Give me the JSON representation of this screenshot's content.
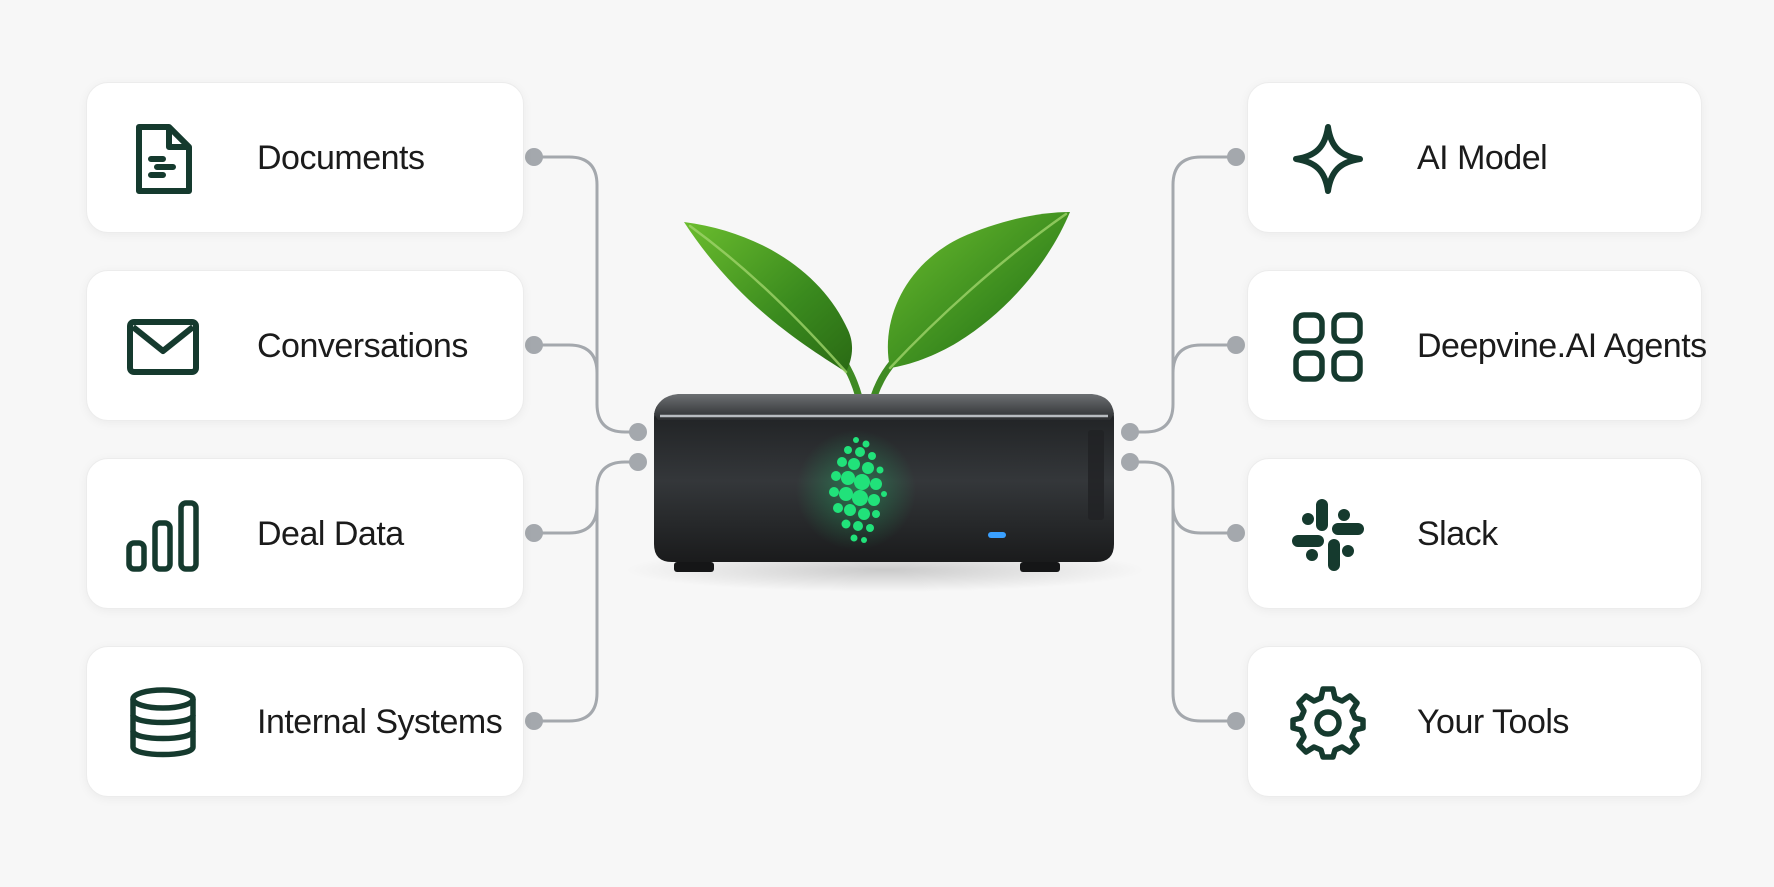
{
  "colors": {
    "icon": "#153a2e",
    "connector": "#a4a8ad",
    "accent_green": "#21e27a",
    "leaf": "#3f8f22",
    "device_body": "#2a2c2e",
    "status_led": "#3aa0ff"
  },
  "inputs": [
    {
      "label": "Documents",
      "icon": "document-icon"
    },
    {
      "label": "Conversations",
      "icon": "envelope-icon"
    },
    {
      "label": "Deal Data",
      "icon": "bar-chart-icon"
    },
    {
      "label": "Internal Systems",
      "icon": "database-icon"
    }
  ],
  "outputs": [
    {
      "label": "AI Model",
      "icon": "sparkle-icon"
    },
    {
      "label": "Deepvine.AI Agents",
      "icon": "grid-icon"
    },
    {
      "label": "Slack",
      "icon": "slack-icon"
    },
    {
      "label": "Your Tools",
      "icon": "gear-icon"
    }
  ]
}
